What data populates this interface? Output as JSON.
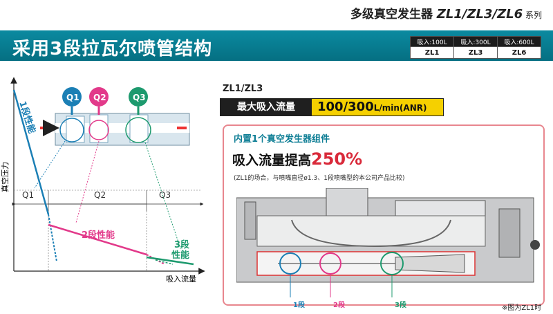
{
  "header": {
    "title_prefix": "多级真空发生器 ",
    "title_models": "ZL1/ZL3/ZL6",
    "title_suffix": " 系列"
  },
  "banner": {
    "title": "采用3段拉瓦尔喷管结构"
  },
  "models": [
    {
      "caption": "吸入:100L",
      "name": "ZL1"
    },
    {
      "caption": "吸入:300L",
      "name": "ZL3"
    },
    {
      "caption": "吸入:600L",
      "name": "ZL6"
    }
  ],
  "graph": {
    "y_axis": "真空压力",
    "x_axis": "吸入流量",
    "q1": "Q1",
    "q2": "Q2",
    "q3": "Q3",
    "stage1": "1段性能",
    "stage2": "2段性能",
    "stage3_a": "3段",
    "stage3_b": "性能",
    "colors": {
      "stage1": "#1b7fb5",
      "stage2": "#e2398a",
      "stage3": "#1d9a6e"
    }
  },
  "right": {
    "model_label": "ZL1/ZL3",
    "max_label": "最大吸入流量",
    "max_value": "100/300",
    "max_unit": "L/min(ANR)",
    "box_title": "内置1个真空发生器组件",
    "headline_prefix": "吸入流量提高",
    "headline_value": "250%",
    "note": "(ZL1的场合，与喷嘴直径ø1.3、1段喷嘴型的本公司产品比较)",
    "stage_labels": [
      "1段",
      "2段",
      "3段"
    ],
    "footnote": "※图为ZL1时"
  }
}
